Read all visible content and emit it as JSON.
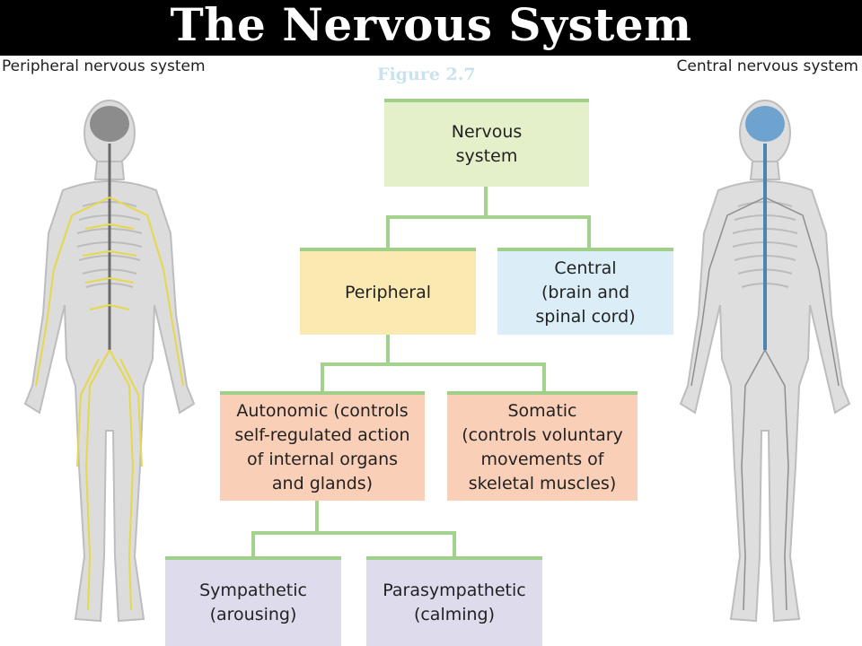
{
  "header": {
    "title": "The Nervous System",
    "figure_label": "Figure 2.7"
  },
  "figures": {
    "left_label": "Peripheral nervous system",
    "right_label": "Central nervous system"
  },
  "tree": {
    "root": "Nervous\nsystem",
    "peripheral": "Peripheral",
    "central": "Central\n(brain and\nspinal cord)",
    "autonomic": "Autonomic (controls\nself-regulated action\nof internal organs\nand glands)",
    "somatic": "Somatic\n(controls voluntary\nmovements of\nskeletal muscles)",
    "sympathetic": "Sympathetic\n(arousing)",
    "parasympathetic": "Parasympathetic\n(calming)"
  },
  "colors": {
    "title_bg": "#000000",
    "root_fill": "#e3f0c9",
    "peripheral_fill": "#fbe9b2",
    "central_fill": "#dbeef8",
    "autonomic_fill": "#f9cfb7",
    "somatic_fill": "#f9cfb7",
    "sympathetic_fill": "#dedbec",
    "parasympathetic_fill": "#dedbec",
    "connector": "#a3d28c",
    "pns_nerves": "#e6d84a",
    "cns_nerves": "#5c8fb8"
  }
}
